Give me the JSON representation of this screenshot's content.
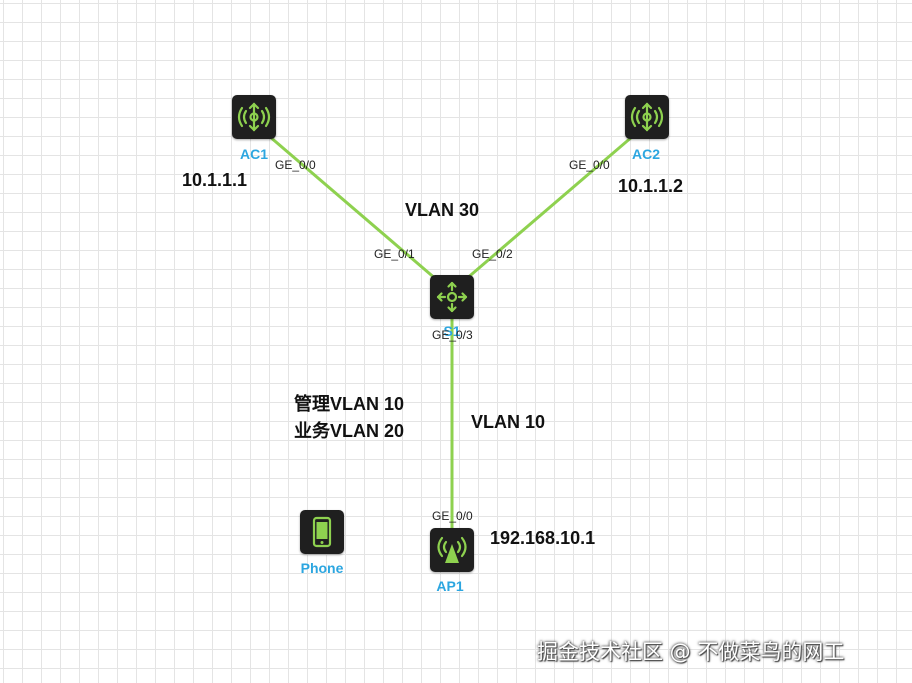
{
  "devices": {
    "ac1": {
      "label": "AC1",
      "ip": "10.1.1.1",
      "port": "GE_0/0"
    },
    "ac2": {
      "label": "AC2",
      "ip": "10.1.1.2",
      "port": "GE_0/0"
    },
    "switch": {
      "label": "S1",
      "port_left": "GE_0/1",
      "port_right": "GE_0/2",
      "port_down": "GE_0/3"
    },
    "ap1": {
      "label": "AP1",
      "ip": "192.168.10.1",
      "port": "GE_0/0"
    },
    "phone": {
      "label": "Phone"
    }
  },
  "vlans": {
    "upper": "VLAN 30",
    "lower": "VLAN 10",
    "mgmt": "管理VLAN 10",
    "service": "业务VLAN 20"
  },
  "icons": {
    "ac": "wireless-ac-icon",
    "switch": "switch-icon",
    "ap": "access-point-icon",
    "phone": "phone-icon"
  },
  "colors": {
    "link": "#8ed14f",
    "device_label": "#2ca6e0",
    "device_bg": "#1f1f1f",
    "icon": "#8ed14f"
  },
  "watermark": "掘金技术社区 @ 不做菜鸟的网工"
}
